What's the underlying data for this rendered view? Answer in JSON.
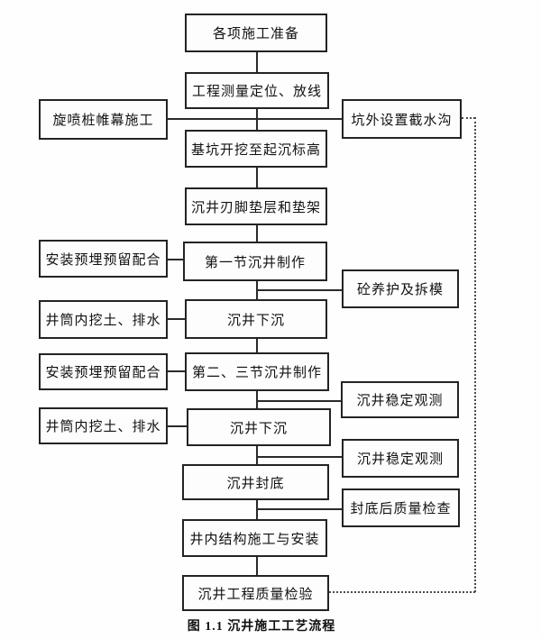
{
  "figure": {
    "caption": "图 1.1  沉井施工工艺流程"
  },
  "colors": {
    "line": "#2a2a2a",
    "box_border": "#232323",
    "background": "#fefefe"
  },
  "nodes": {
    "center": [
      {
        "label": "各项施工准备"
      },
      {
        "label": "工程测量定位、放线"
      },
      {
        "label": "基坑开挖至起沉标高"
      },
      {
        "label": "沉井刃脚垫层和垫架"
      },
      {
        "label": "第一节沉井制作"
      },
      {
        "label": "沉井下沉"
      },
      {
        "label": "第二、三节沉井制作"
      },
      {
        "label": "沉井下沉"
      },
      {
        "label": "沉井封底"
      },
      {
        "label": "井内结构施工与安装"
      },
      {
        "label": "沉井工程质量检验"
      }
    ],
    "left": [
      {
        "label": "旋喷桩帷幕施工"
      },
      {
        "label": "安装预埋预留配合"
      },
      {
        "label": "井筒内挖土、排水"
      },
      {
        "label": "安装预埋预留配合"
      },
      {
        "label": "井筒内挖土、排水"
      }
    ],
    "right": [
      {
        "label": "坑外设置截水沟"
      },
      {
        "label": "砼养护及拆模"
      },
      {
        "label": "沉井稳定观测"
      },
      {
        "label": "沉井稳定观测"
      },
      {
        "label": "封底后质量检查"
      }
    ]
  }
}
